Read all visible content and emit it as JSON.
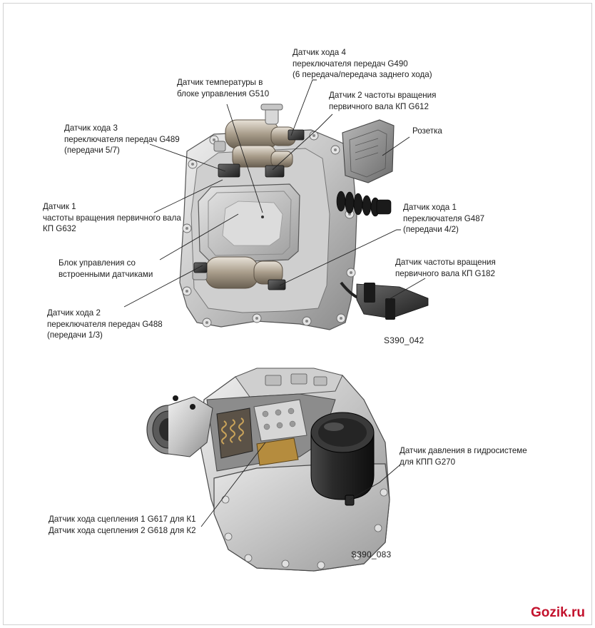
{
  "colors": {
    "callout": "#222222",
    "watermark": "#c3122d",
    "casting_light": "#d9d9d9",
    "casting_mid": "#a8a8a8",
    "casting_dark": "#4a4a4a"
  },
  "top_figure": {
    "code": "S390_042",
    "labels": {
      "g490": [
        "Датчик хода 4",
        "переключателя передач G490",
        "(6 передача/передача заднего хода)"
      ],
      "g510": [
        "Датчик температуры в",
        "блоке управления G510"
      ],
      "g612": [
        "Датчик 2 частоты вращения",
        "первичного вала КП G612"
      ],
      "g489": [
        "Датчик хода 3",
        "переключателя передач G489",
        "(передачи 5/7)"
      ],
      "socket": [
        "Розетка"
      ],
      "g632": [
        "Датчик 1",
        "частоты вращения первичного вала",
        "КП G632"
      ],
      "g487": [
        "Датчик хода 1",
        "переключателя G487",
        "(передачи 4/2)"
      ],
      "control_unit": [
        "Блок управления со",
        "встроенными датчиками"
      ],
      "g182": [
        "Датчик частоты вращения",
        "первичного вала КП G182"
      ],
      "g488": [
        "Датчик хода 2",
        "переключателя передач G488",
        "(передачи 1/3)"
      ]
    }
  },
  "bottom_figure": {
    "code": "S390_083",
    "labels": {
      "g270": [
        "Датчик давления в гидросистеме",
        "для КПП G270"
      ],
      "clutch": [
        "Датчик хода сцепления 1  G617 для К1",
        "Датчик хода сцепления 2  G618 для К2"
      ]
    }
  },
  "watermark": "Gozik.ru"
}
